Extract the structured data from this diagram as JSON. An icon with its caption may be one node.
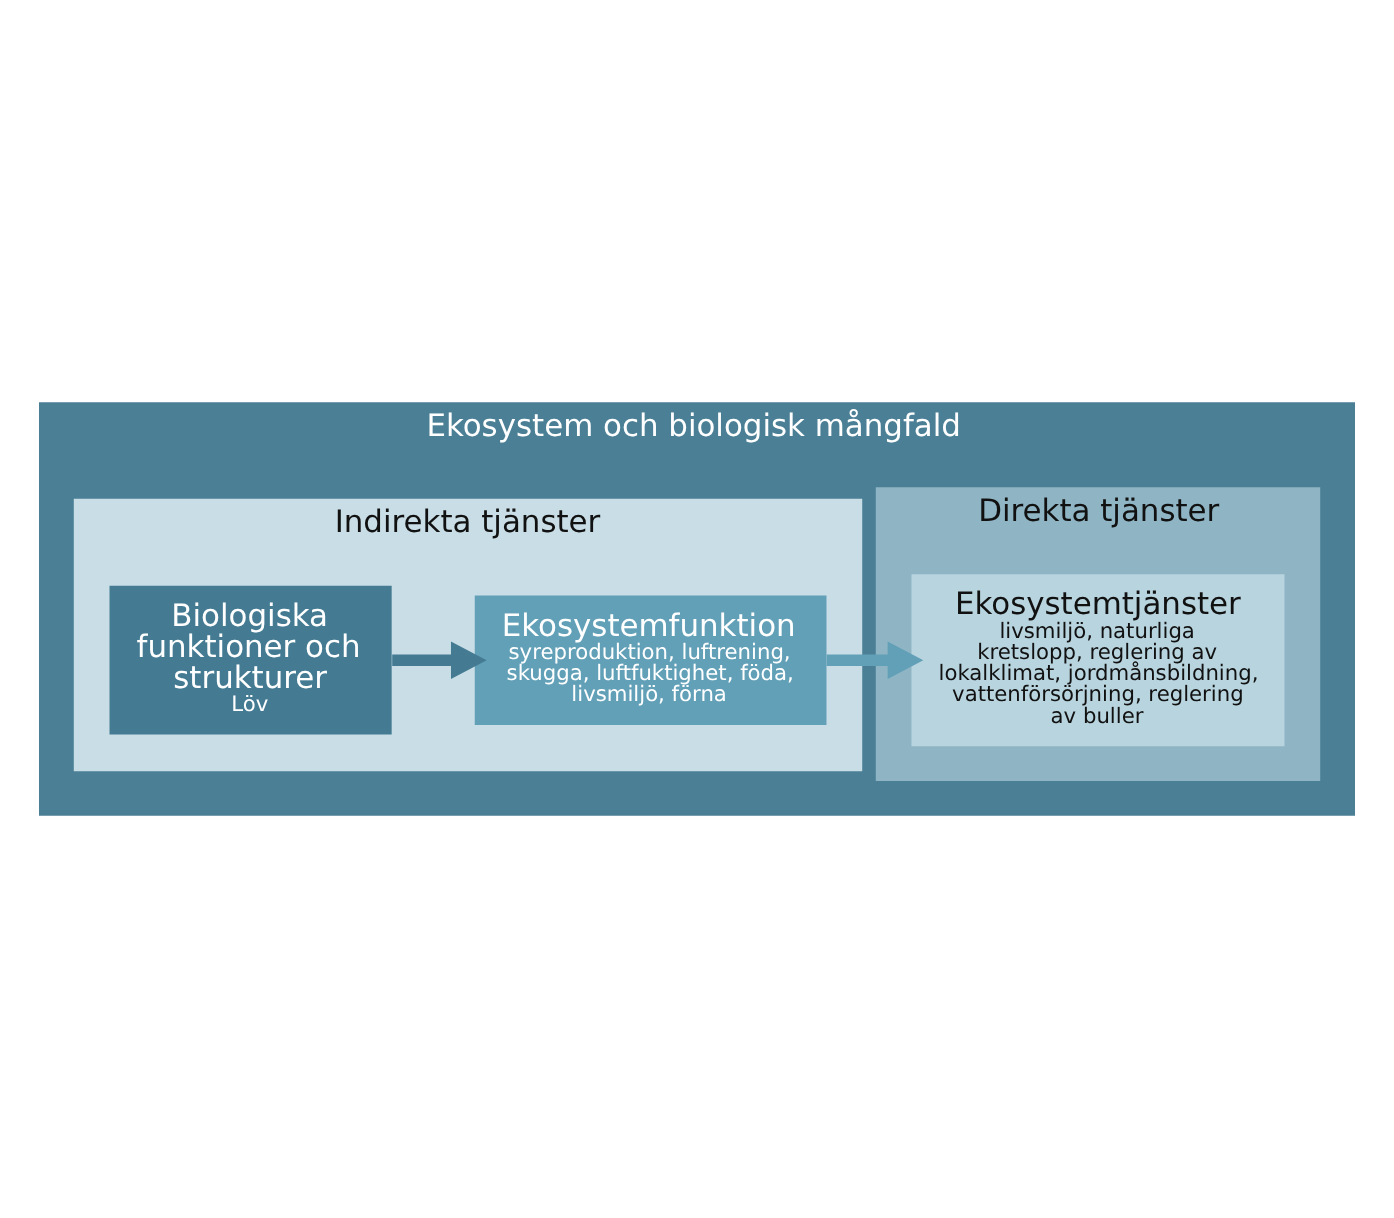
{
  "diagram": {
    "nodes": [
      {
        "text": [
          "Ekosystem och biologisk mångfald"
        ]
      },
      {
        "text": [
          "Indirekta tjänster"
        ],
        "in": 0
      },
      {
        "text": [
          "Biologiska funktioner och strukturer",
          "Löv"
        ],
        "in": 1
      },
      {
        "text": [
          "Ekosystemfunktion",
          "syreproduktion, luftrening, skugga, luftfuktighet, föda, livsmiljö, förna"
        ],
        "in": 1
      },
      {
        "text": [
          "Direkta tjänster"
        ],
        "in": 0
      },
      {
        "text": [
          "Ekosystemtjänster",
          "livsmiljö, naturliga kretslopp, reglering av lokalklimat, jordmånsbildning, vattenförsörjning, reglering av buller"
        ],
        "in": 4
      }
    ],
    "edges": [
      {
        "from": 2,
        "to": 3,
        "arrow": "to"
      },
      {
        "from": 3,
        "to": 5,
        "arrow": "to",
        "color": "#62a0b8"
      }
    ]
  }
}
